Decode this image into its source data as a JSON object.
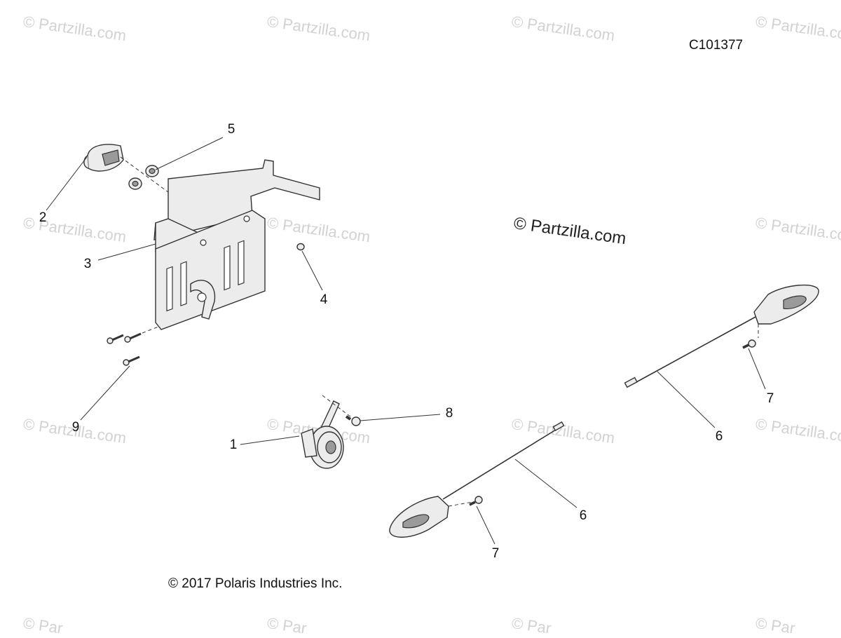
{
  "drawing_id": "C101377",
  "copyright": "© 2017 Polaris Industries Inc.",
  "watermark": {
    "text": "© Partzilla.com",
    "short": "© Par"
  },
  "callouts": [
    {
      "id": "c1",
      "label": "1"
    },
    {
      "id": "c2",
      "label": "2"
    },
    {
      "id": "c3",
      "label": "3"
    },
    {
      "id": "c4",
      "label": "4"
    },
    {
      "id": "c5",
      "label": "5"
    },
    {
      "id": "c6a",
      "label": "6"
    },
    {
      "id": "c6b",
      "label": "6"
    },
    {
      "id": "c7a",
      "label": "7"
    },
    {
      "id": "c7b",
      "label": "7"
    },
    {
      "id": "c8",
      "label": "8"
    },
    {
      "id": "c9",
      "label": "9"
    }
  ]
}
